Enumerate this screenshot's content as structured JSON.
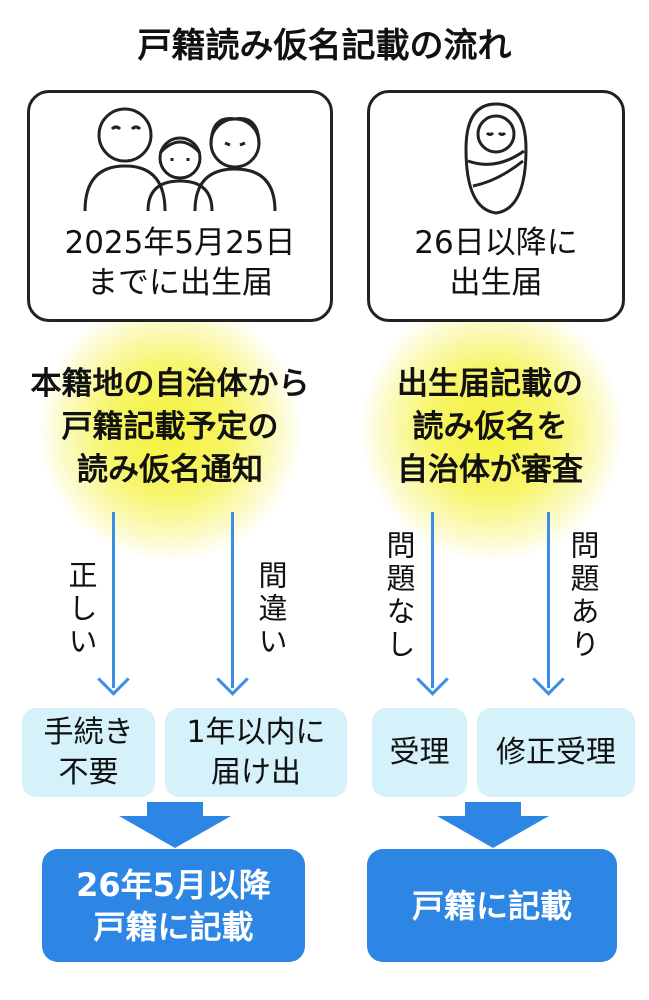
{
  "title": "戸籍読み仮名記載の流れ",
  "left": {
    "top_box": {
      "icon": "family-icon",
      "line1": "2025年5月25日",
      "line2": "までに出生届"
    },
    "notice": {
      "line1": "本籍地の自治体から",
      "line2": "戸籍記載予定の",
      "line3": "読み仮名通知"
    },
    "branch_a": {
      "label": "正しい",
      "result_line1": "手続き",
      "result_line2": "不要"
    },
    "branch_b": {
      "label": "間違い",
      "result_line1": "1年以内に",
      "result_line2": "届け出"
    },
    "final": {
      "line1": "26年5月以降",
      "line2": "戸籍に記載"
    }
  },
  "right": {
    "top_box": {
      "icon": "baby-icon",
      "line1": "26日以降に",
      "line2": "出生届"
    },
    "notice": {
      "line1": "出生届記載の",
      "line2": "読み仮名を",
      "line3": "自治体が審査"
    },
    "branch_a": {
      "label": "問題なし",
      "result": "受理"
    },
    "branch_b": {
      "label": "問題あり",
      "result": "修正受理"
    },
    "final": {
      "line1": "戸籍に記載"
    }
  },
  "colors": {
    "arrow": "#3a8ee6",
    "light_box": "#d5f1fa",
    "final_box": "#2e86e4",
    "glow": "#f4f23a"
  }
}
